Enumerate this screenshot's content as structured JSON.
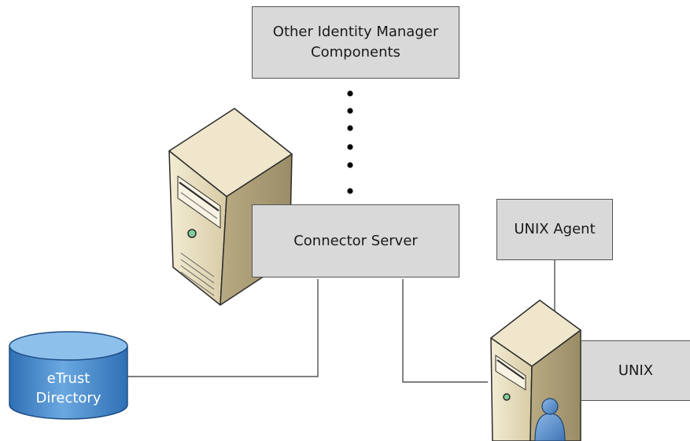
{
  "nodes": {
    "other_components": {
      "line1": "Other Identity Manager",
      "line2": "Components"
    },
    "connector_server": {
      "label": "Connector Server"
    },
    "unix_agent": {
      "label": "UNIX Agent"
    },
    "unix": {
      "label": "UNIX"
    },
    "etrust_directory": {
      "line1": "eTrust",
      "line2": "Directory"
    }
  },
  "icons": [
    "server-icon",
    "database-icon",
    "user-icon"
  ],
  "colors": {
    "box_fill": "#d9d9d9",
    "box_border": "#555555",
    "database_fill": "#5b9bd5",
    "server_fill": "#e8e0c8",
    "user_fill": "#5b8fc9"
  }
}
